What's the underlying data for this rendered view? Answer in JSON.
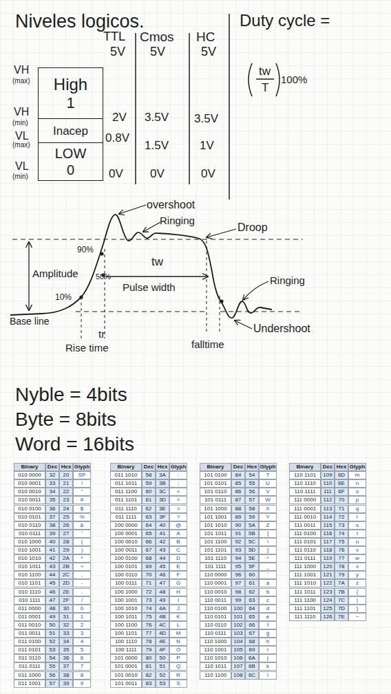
{
  "diagram": {
    "nodes": [
      {
        "text": [
          "High",
          "1"
        ]
      },
      {
        "text": [
          "Inacep"
        ]
      },
      {
        "text": [
          "LOW",
          "0"
        ]
      }
    ],
    "labels": [
      "Niveles logicos.",
      "TTL",
      "Cmos",
      "HC",
      "5V",
      "5V",
      "5V",
      "2V",
      "3.5V",
      "3.5V",
      "0.8V",
      "1.5V",
      "1V",
      "0V",
      "0V",
      "0V",
      "VH",
      "(max)",
      "VH",
      "(min)",
      "VL",
      "(max)",
      "VL",
      "(min)",
      "Duty cycle =",
      "tw",
      "T",
      "100%",
      "overshoot",
      "Ringing",
      "Droop",
      "90%",
      "Amplitude",
      "50%",
      "tw",
      "Pulse width",
      "Ringing",
      "10%",
      "Base line",
      "tr",
      "Rise time",
      "falltime",
      "Undershoot",
      "Nyble = 4bits",
      "Byte = 8bits",
      "Word = 16bits",
      "Binary",
      "Dec",
      "Hex",
      "Glyph",
      "010 0000",
      "32",
      "20",
      "SP",
      "010 0001",
      "33",
      "21",
      "!",
      "010 0010",
      "34",
      "22",
      "\"",
      "010 0011",
      "35",
      "23",
      "#",
      "010 0100",
      "36",
      "24",
      "$",
      "010 0101",
      "37",
      "25",
      "%",
      "010 0110",
      "38",
      "26",
      "&",
      "010 0111",
      "39",
      "27",
      "'",
      "010 1000",
      "40",
      "28",
      "(",
      "010 1001",
      "41",
      "29",
      ")",
      "010 1010",
      "42",
      "2A",
      "*",
      "010 1011",
      "43",
      "2B",
      "+",
      "010 1100",
      "44",
      "2C",
      ",",
      "010 1101",
      "45",
      "2D",
      "-",
      "010 1110",
      "46",
      "2E",
      ".",
      "010 1111",
      "47",
      "2F",
      "/",
      "011 0000",
      "48",
      "30",
      "0",
      "011 0001",
      "49",
      "31",
      "1",
      "011 0010",
      "50",
      "32",
      "2",
      "011 0011",
      "51",
      "33",
      "3",
      "011 0100",
      "52",
      "34",
      "4",
      "011 0101",
      "53",
      "35",
      "5",
      "011 0110",
      "54",
      "36",
      "6",
      "011 0111",
      "55",
      "37",
      "7",
      "011 1000",
      "56",
      "38",
      "8",
      "011 1001",
      "57",
      "39",
      "9",
      "Binary",
      "Dec",
      "Hex",
      "Glyph",
      "011 1010",
      "58",
      "3A",
      ":",
      "011 1011",
      "59",
      "3B",
      ";",
      "011 1100",
      "60",
      "3C",
      "<",
      "011 1101",
      "61",
      "3D",
      "=",
      "011 1110",
      "62",
      "3E",
      ">",
      "011 1111",
      "63",
      "3F",
      "?",
      "100 0000",
      "64",
      "40",
      "@",
      "100 0001",
      "65",
      "41",
      "A",
      "100 0010",
      "66",
      "42",
      "B",
      "100 0011",
      "67",
      "43",
      "C",
      "100 0100",
      "68",
      "44",
      "D",
      "100 0101",
      "69",
      "45",
      "E",
      "100 0110",
      "70",
      "46",
      "F",
      "100 0111",
      "71",
      "47",
      "G",
      "100 1000",
      "72",
      "48",
      "H",
      "100 1001",
      "73",
      "49",
      "I",
      "100 1010",
      "74",
      "4A",
      "J",
      "100 1011",
      "75",
      "4B",
      "K",
      "100 1100",
      "76",
      "4C",
      "L",
      "100 1101",
      "77",
      "4D",
      "M",
      "100 1110",
      "78",
      "4E",
      "N",
      "100 1111",
      "79",
      "4F",
      "O",
      "101 0000",
      "80",
      "50",
      "P",
      "101 0001",
      "81",
      "51",
      "Q",
      "101 0010",
      "82",
      "52",
      "R",
      "101 0011",
      "83",
      "53",
      "S",
      "Binary",
      "Dec",
      "Hex",
      "Glyph",
      "101 0100",
      "84",
      "54",
      "T",
      "101 0101",
      "85",
      "55",
      "U",
      "101 0110",
      "86",
      "56",
      "V",
      "101 0111",
      "87",
      "57",
      "W",
      "101 1000",
      "88",
      "58",
      "X",
      "101 1001",
      "89",
      "59",
      "Y",
      "101 1010",
      "90",
      "5A",
      "Z",
      "101 1011",
      "91",
      "5B",
      "[",
      "101 1100",
      "92",
      "5C",
      "\\",
      "101 1101",
      "93",
      "5D",
      "]",
      "101 1110",
      "94",
      "5E",
      "^",
      "101 1111",
      "95",
      "5F",
      "_",
      "110 0000",
      "96",
      "60",
      "`",
      "110 0001",
      "97",
      "61",
      "a",
      "110 0010",
      "98",
      "62",
      "b",
      "110 0011",
      "99",
      "63",
      "c",
      "110 0100",
      "100",
      "64",
      "d",
      "110 0101",
      "101",
      "65",
      "e",
      "110 0110",
      "102",
      "66",
      "f",
      "110 0111",
      "103",
      "67",
      "g",
      "110 1000",
      "104",
      "68",
      "h",
      "110 1001",
      "105",
      "69",
      "i",
      "110 1010",
      "106",
      "6A",
      "j",
      "110 1011",
      "107",
      "6B",
      "k",
      "110 1100",
      "108",
      "6C",
      "l",
      "Binary",
      "Dec",
      "Hex",
      "Glyph",
      "110 1101",
      "109",
      "6D",
      "m",
      "110 1110",
      "110",
      "6E",
      "n",
      "110 1111",
      "111",
      "6F",
      "o",
      "111 0000",
      "112",
      "70",
      "p",
      "111 0001",
      "113",
      "71",
      "q",
      "111 0010",
      "114",
      "72",
      "r",
      "111 0011",
      "115",
      "73",
      "s",
      "111 0100",
      "116",
      "74",
      "t",
      "111 0101",
      "117",
      "75",
      "u",
      "111 0110",
      "118",
      "76",
      "v",
      "111 0111",
      "119",
      "77",
      "w",
      "111 1000",
      "120",
      "78",
      "x",
      "111 1001",
      "121",
      "79",
      "y",
      "111 1010",
      "122",
      "7A",
      "z",
      "111 1011",
      "123",
      "7B",
      "{",
      "111 1100",
      "124",
      "7C",
      "|",
      "111 1101",
      "125",
      "7D",
      "}",
      "111 1110",
      "126",
      "7E",
      "~"
    ]
  }
}
